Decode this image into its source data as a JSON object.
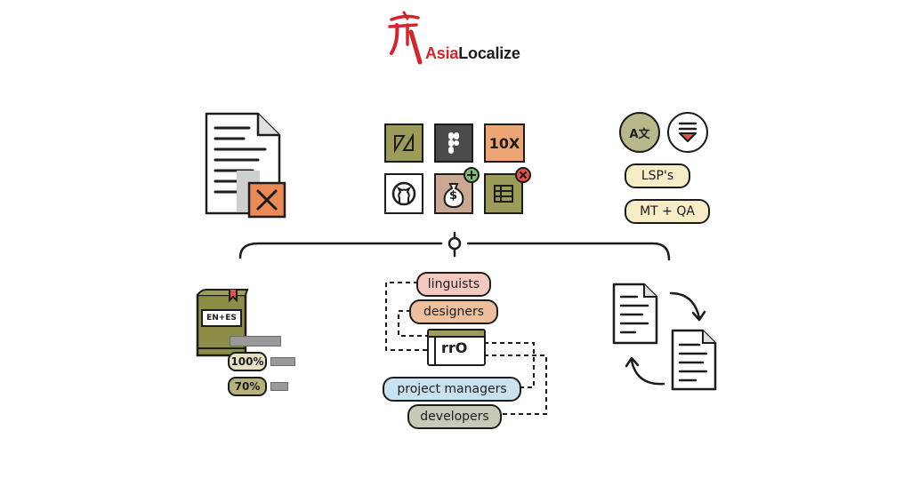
{
  "logo": {
    "brand": "AsiaLocalize",
    "asia": "Asia",
    "localize": "Localize",
    "colors": {
      "red": "#d3262b",
      "dark": "#1c1c1c"
    }
  },
  "tiles": {
    "tenx": "10X",
    "money": "$",
    "colors": {
      "olive": "#9b9c5a",
      "peach": "#eea576",
      "gray": "#4a4a4a",
      "tan": "#caa891",
      "green": "#7dbf6a",
      "red": "#e3524c"
    }
  },
  "right_top": {
    "lsp_label": "LSP's",
    "mtqa_label": "MT + QA",
    "translate_glyphs": "A文",
    "colors": {
      "pill": "#f7edc7",
      "circle": "#b9b88a"
    }
  },
  "tm": {
    "book_label": "EN+ES",
    "match_high": "100%",
    "match_low": "70%",
    "colors": {
      "book": "#8c8e48",
      "high": "#e6e0c5",
      "low": "#b7b27d",
      "bookmark": "#e3524c"
    }
  },
  "team": {
    "linguists": "linguists",
    "designers": "designers",
    "project_managers": "project managers",
    "developers": "developers",
    "app_label": "rrO",
    "colors": {
      "linguists": "#f3c9c0",
      "designers": "#eebf9c",
      "project_managers": "#c8e2ef",
      "developers": "#c9c9b8"
    }
  }
}
